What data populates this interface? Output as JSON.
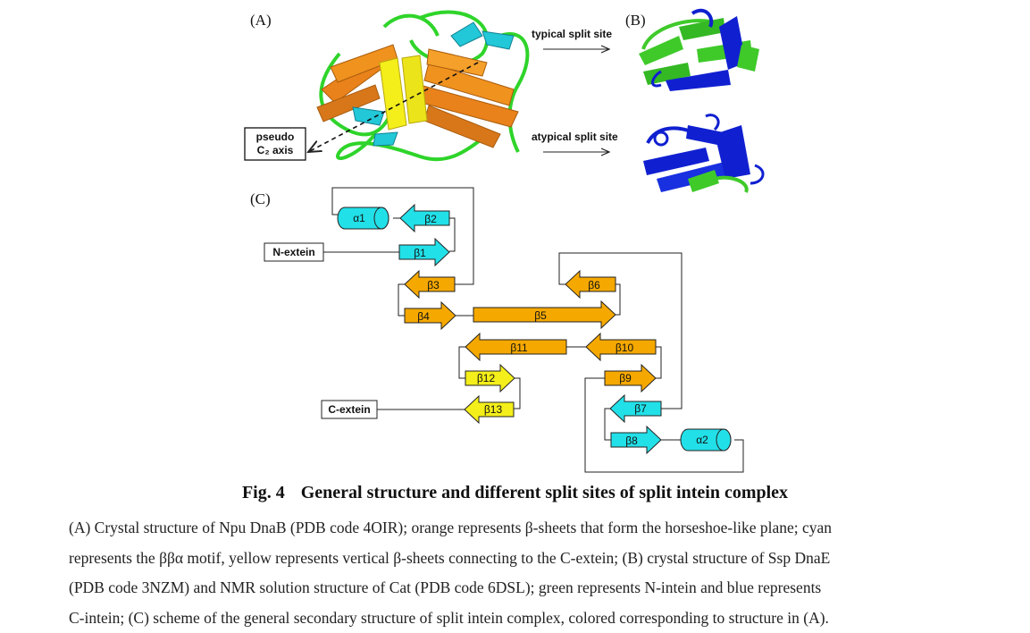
{
  "panel_labels": {
    "a": "(A)",
    "b": "(B)",
    "c": "(C)"
  },
  "panel_a": {
    "axis_label_line1": "pseudo",
    "axis_label_line2": "C₂ axis"
  },
  "panel_b": {
    "typical": "typical split site",
    "atypical": "atypical split site"
  },
  "topology": {
    "n_extein": "N-extein",
    "c_extein": "C-extein",
    "elements": {
      "a1": "α1",
      "a2": "α2",
      "b1": "β1",
      "b2": "β2",
      "b3": "β3",
      "b4": "β4",
      "b5": "β5",
      "b6": "β6",
      "b7": "β7",
      "b8": "β8",
      "b9": "β9",
      "b10": "β10",
      "b11": "β11",
      "b12": "β12",
      "b13": "β13"
    }
  },
  "colors": {
    "orange": "#f5a800",
    "cyan": "#22e0e8",
    "yellow": "#f4ee1a",
    "green": "#3fca2a",
    "blue": "#1020d0",
    "sheet_orange": "#e9821a"
  },
  "caption": {
    "number": "Fig. 4",
    "title": "General structure and different split sites of split intein complex",
    "lines": [
      "(A) Crystal structure of Npu DnaB (PDB code 4OIR); orange represents β-sheets that form the horseshoe-like plane; cyan",
      "represents the ββα motif, yellow represents vertical β-sheets connecting to the C-extein; (B) crystal structure of Ssp DnaE",
      "(PDB code 3NZM) and NMR solution structure of Cat (PDB code 6DSL); green represents N-intein and blue represents",
      "C-intein; (C) scheme of the general secondary structure of split intein complex, colored corresponding to structure in (A)."
    ]
  }
}
